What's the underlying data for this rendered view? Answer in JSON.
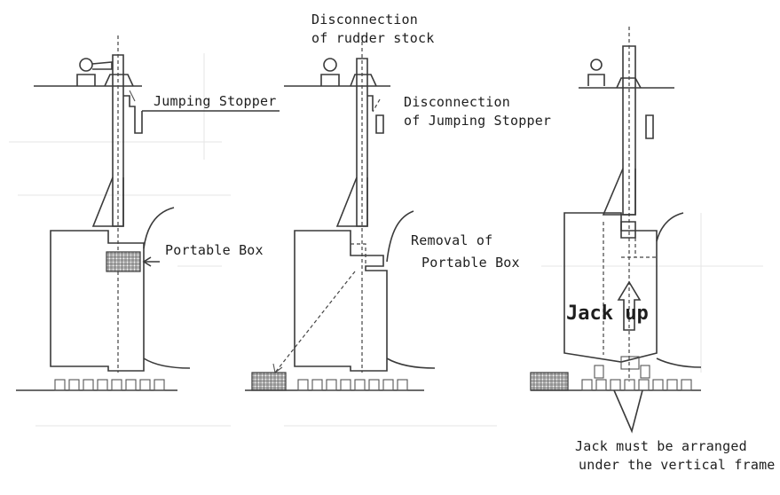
{
  "figure": {
    "labels": {
      "jumping_stopper": "Jumping Stopper",
      "portable_box": "Portable Box",
      "disconnection_rudder_line1": "Disconnection",
      "disconnection_rudder_line2": "of rudder stock",
      "disconnection_stopper_line1": "Disconnection",
      "disconnection_stopper_line2": "of Jumping Stopper",
      "removal_line1": "Removal of",
      "removal_line2": "Portable Box",
      "jack_up": "Jack up",
      "jack_note_line1": "Jack must be arranged",
      "jack_note_line2": "under the vertical frame"
    },
    "panels": [
      "stage-1",
      "stage-2",
      "stage-3"
    ],
    "colors": {
      "ink": "#3a3a3a",
      "text": "#1e1e1e",
      "background": "#ffffff"
    }
  }
}
